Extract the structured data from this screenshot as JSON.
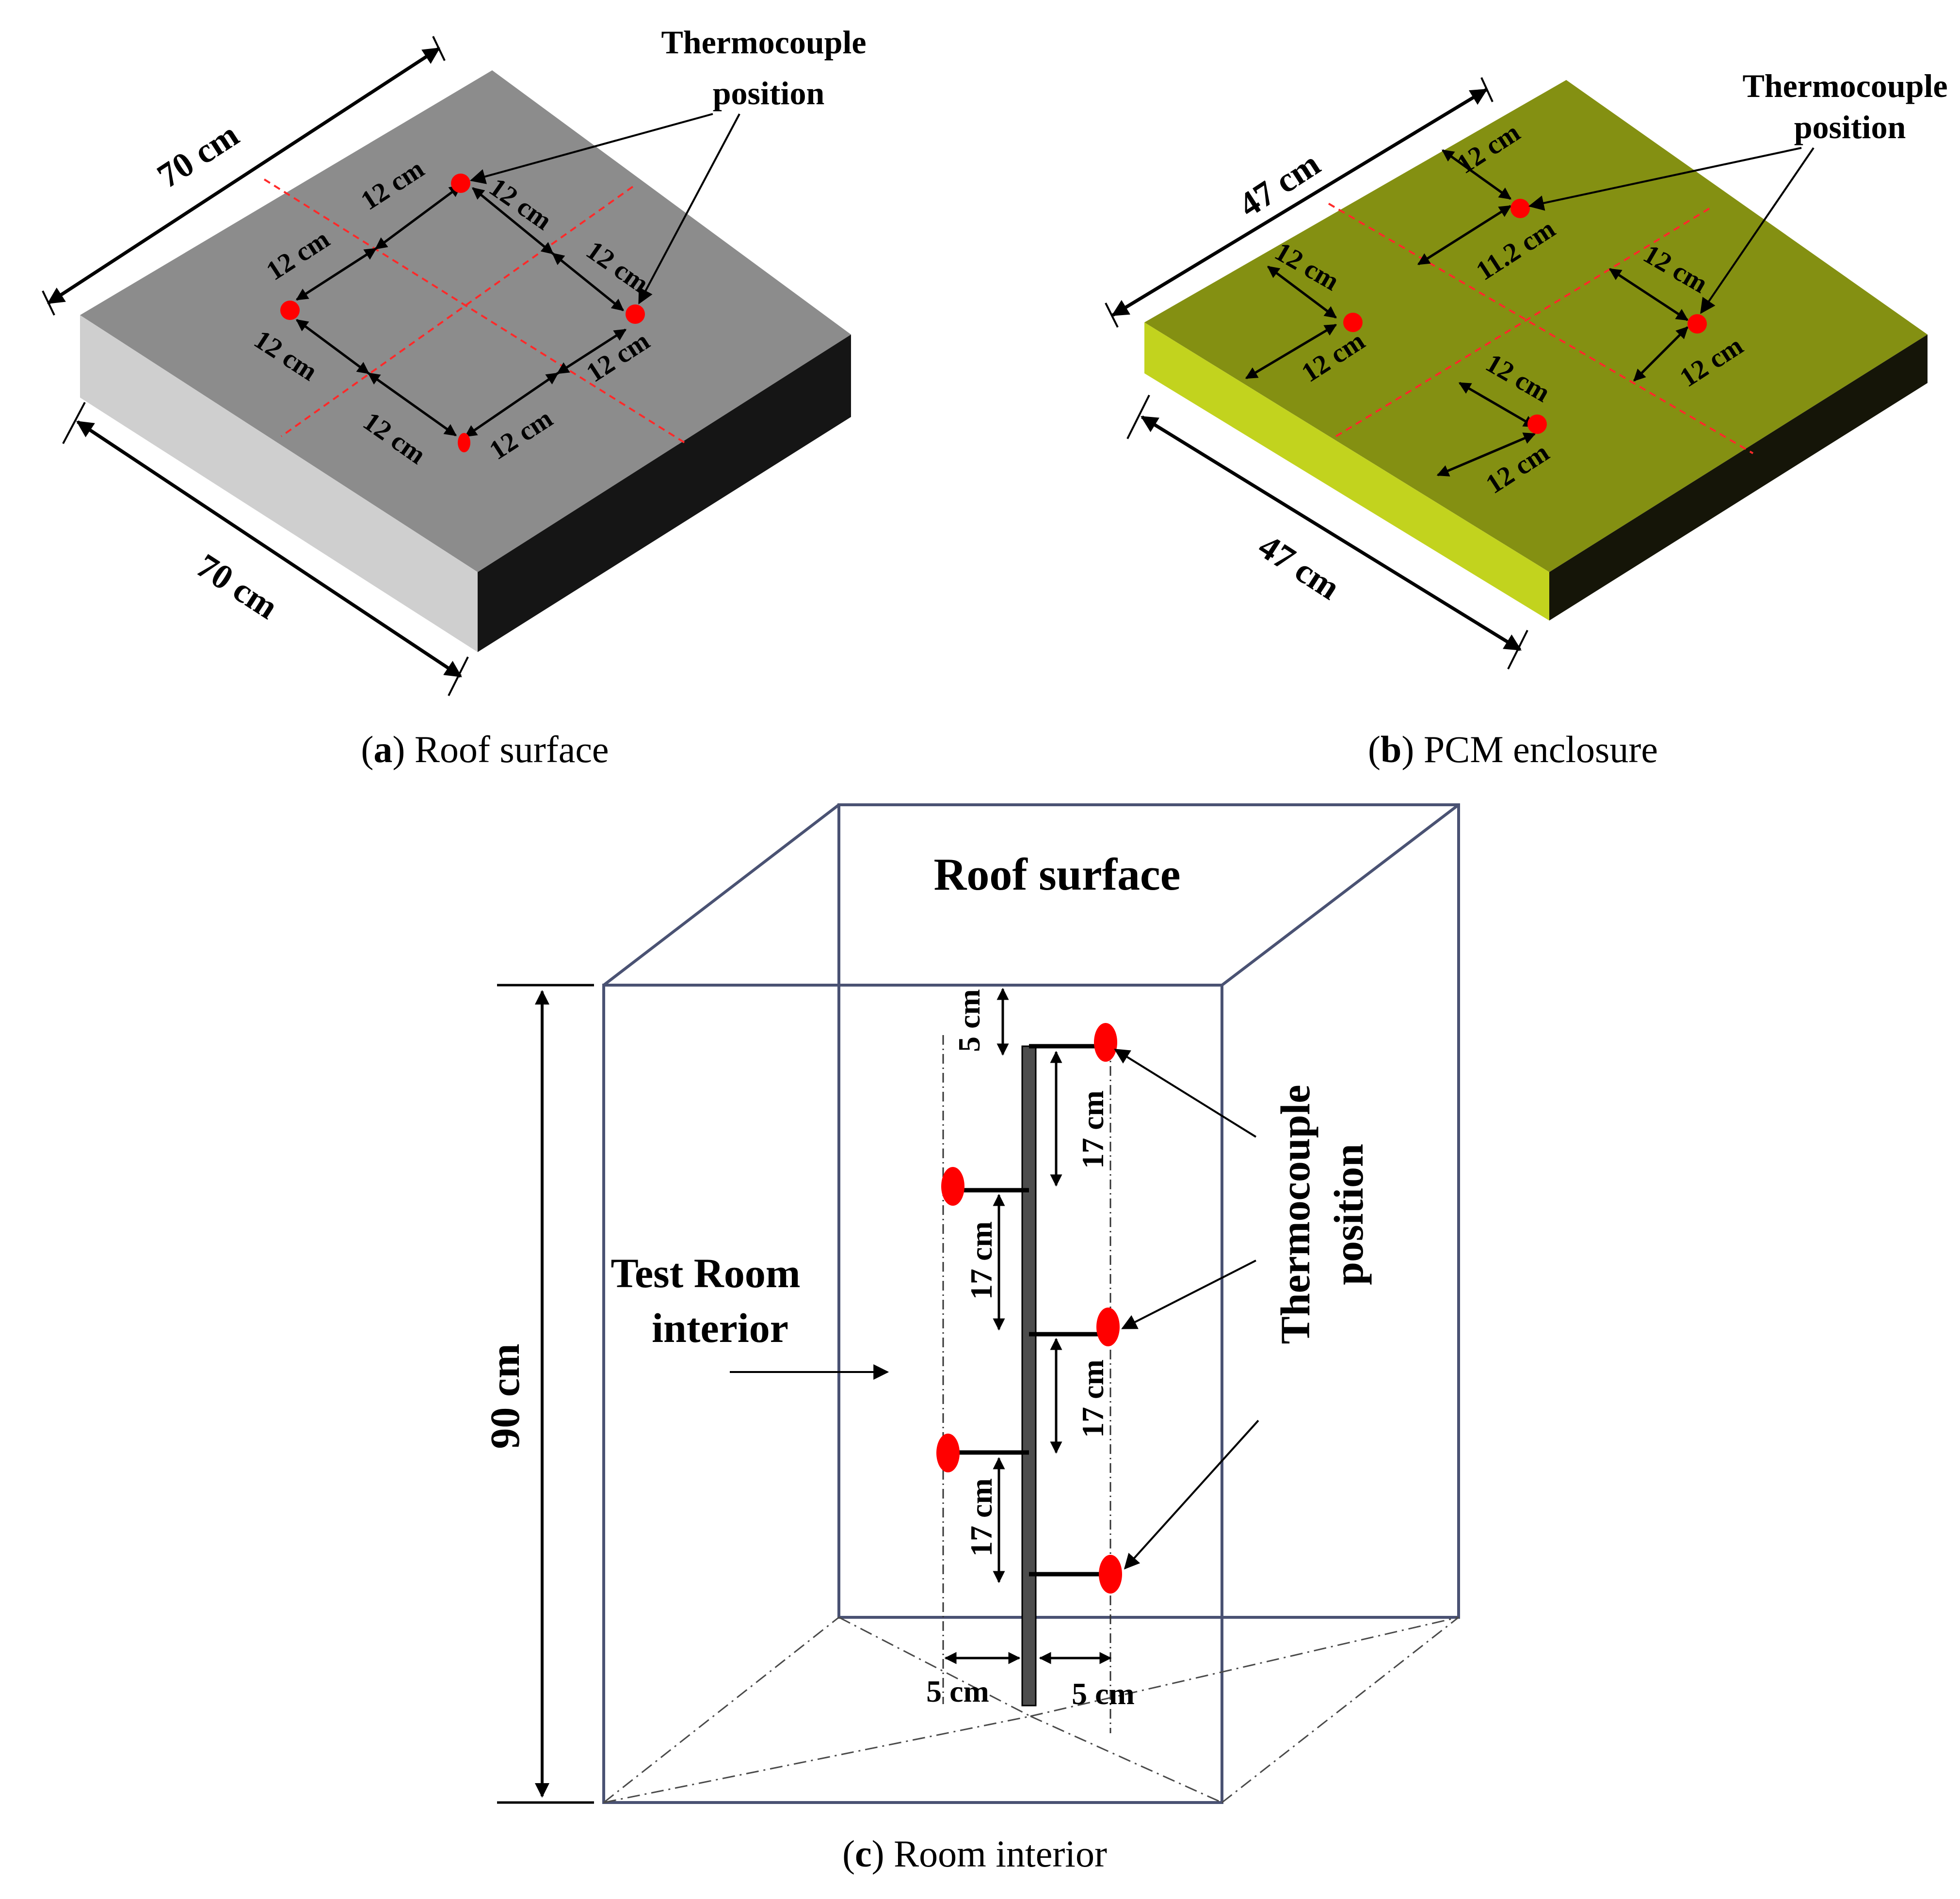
{
  "panel_a": {
    "caption_letter": "a",
    "caption_text": "Roof surface",
    "dim_top": "70 cm",
    "dim_bottom": "70 cm",
    "spacing_label": "12 cm",
    "callout_line1": "Thermocouple",
    "callout_line2": "position",
    "colors": {
      "top": "#8c8c8c",
      "left": "#cfcfcf",
      "right": "#151515",
      "marker": "#ff0000"
    }
  },
  "panel_b": {
    "caption_letter": "b",
    "caption_text": "PCM enclosure",
    "dim_top": "47 cm",
    "dim_bottom": "47 cm",
    "spacing_label": "12 cm",
    "spacing_label_alt": "11.2 cm",
    "callout_line1": "Thermocouple",
    "callout_line2": "position",
    "colors": {
      "top": "#849012",
      "left": "#c2d31e",
      "right": "#151508",
      "marker": "#ff0000"
    }
  },
  "panel_c": {
    "caption_letter": "c",
    "caption_text": "Room interior",
    "top_label": "Roof surface",
    "room_label_line1": "Test Room",
    "room_label_line2": "interior",
    "height_label": "90 cm",
    "offset_top": "5 cm",
    "offset_left": "5 cm",
    "offset_right": "5 cm",
    "spacing_label": "17 cm",
    "callout_line1": "Thermocouple",
    "callout_line2": "position",
    "colors": {
      "box": "#4a5273",
      "marker": "#ff0000"
    }
  }
}
